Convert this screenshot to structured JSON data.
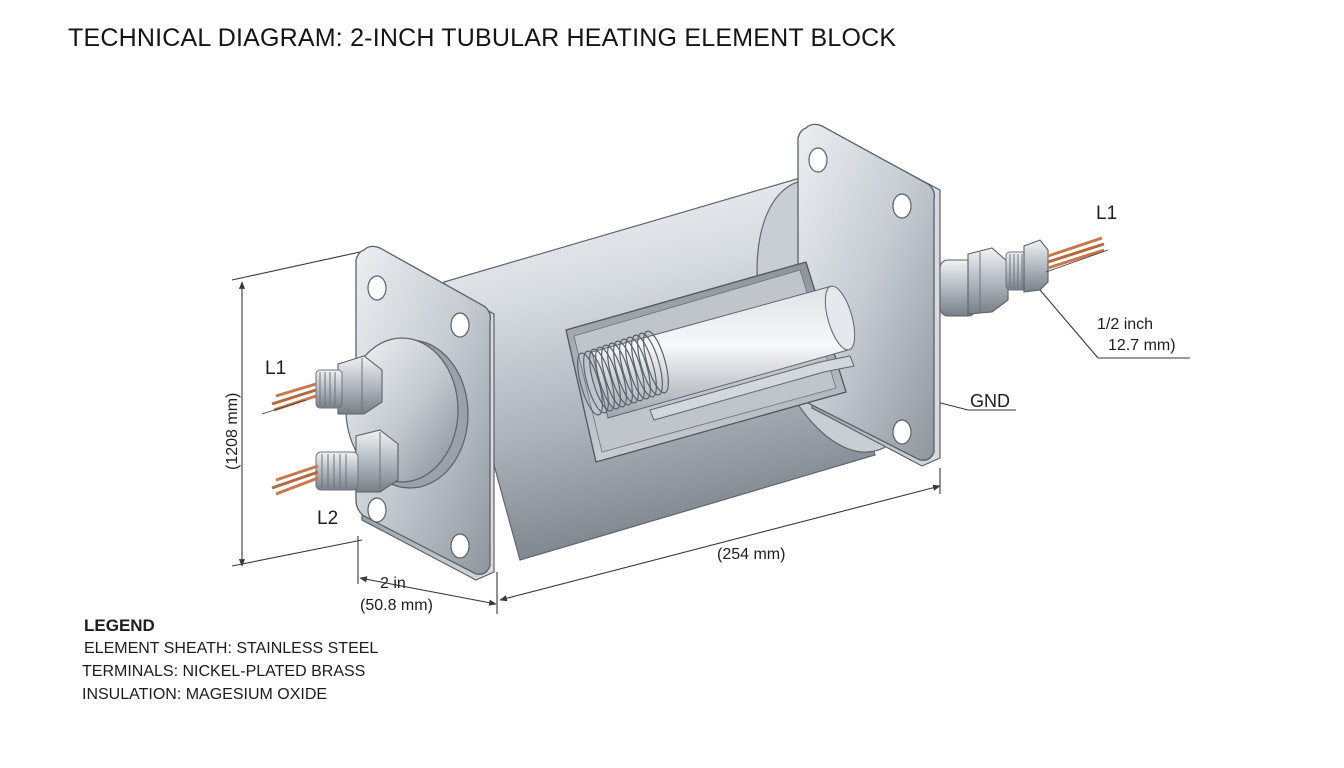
{
  "title": "TECHNICAL DIAGRAM: 2-INCH TUBULAR HEATING ELEMENT BLOCK",
  "labels": {
    "l1_left": "L1",
    "l2_left": "L2",
    "l1_right": "L1",
    "gnd": "GND",
    "height_dim": "(1208 mm)",
    "length_dim": "(254 mm)",
    "diameter_in": "2 in",
    "diameter_mm": "(50.8 mm)",
    "thread_in": "1/2 inch",
    "thread_mm": "12.7 mm)"
  },
  "legend": {
    "heading": "LEGEND",
    "items": [
      "ELEMENT SHEATH: STAINLESS STEEL",
      "TERMINALS: NICKEL-PLATED BRASS",
      "INSULATION: MAGESIUM OXIDE"
    ]
  },
  "colors": {
    "steel_light": "#eef1f4",
    "steel_mid": "#b9bfc6",
    "steel_dark": "#6d747c",
    "copper": "#c8774a",
    "line": "#3a3a3a"
  }
}
